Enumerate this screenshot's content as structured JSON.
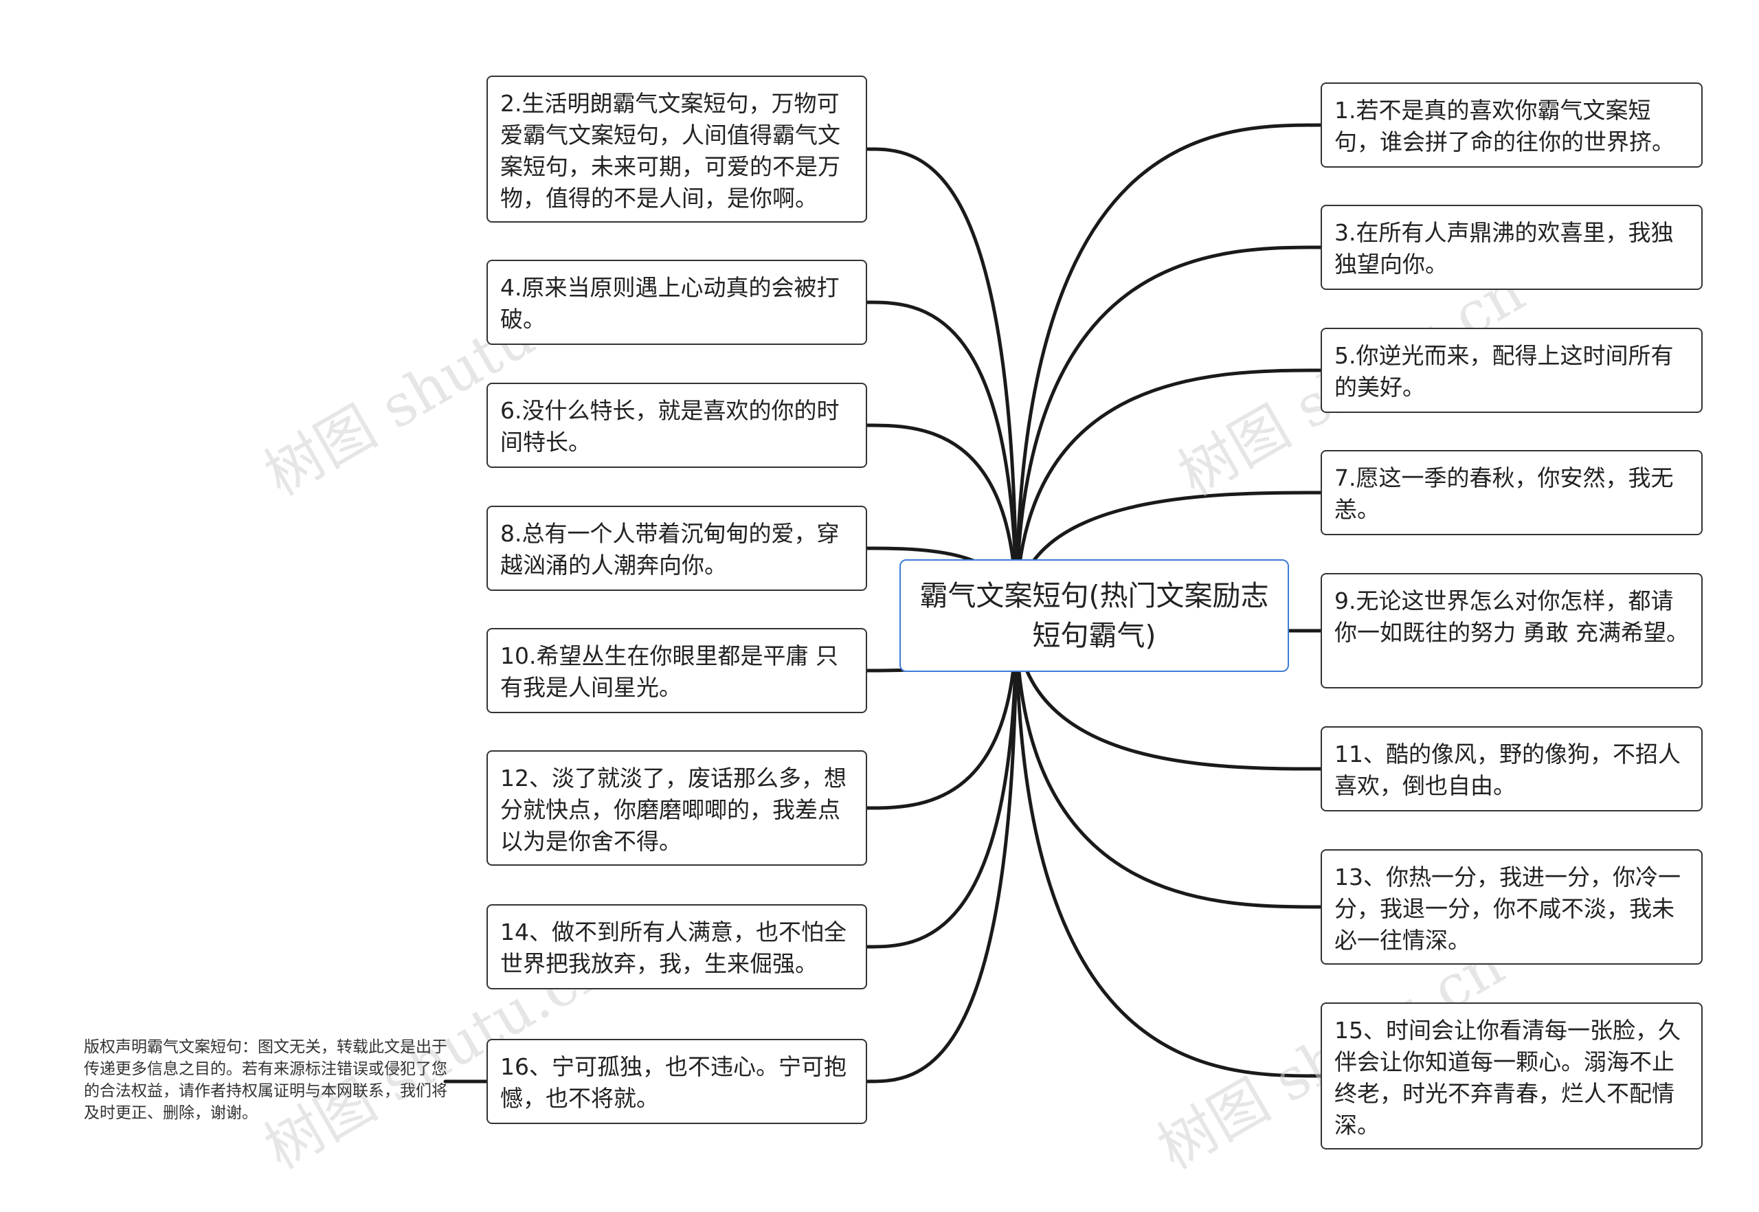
{
  "central": {
    "text": "霸气文案短句(热门文案励志短句霸气)"
  },
  "colors": {
    "line": "#1a1a1a",
    "center_border": "#3d7bd6",
    "box_border": "#333333",
    "watermark": "#d2d2d2"
  },
  "left_nodes": [
    {
      "text": "2.生活明朗霸气文案短句，万物可爱霸气文案短句，人间值得霸气文案短句，未来可期，可爱的不是万物，值得的不是人间，是你啊。"
    },
    {
      "text": "4.原来当原则遇上心动真的会被打破。"
    },
    {
      "text": "6.没什么特长，就是喜欢的你的时间特长。"
    },
    {
      "text": "8.总有一个人带着沉甸甸的爱，穿越汹涌的人潮奔向你。"
    },
    {
      "text": "10.希望丛生在你眼里都是平庸 只有我是人间星光。"
    },
    {
      "text": "12、淡了就淡了，废话那么多，想分就快点，你磨磨唧唧的，我差点以为是你舍不得。"
    },
    {
      "text": "14、做不到所有人满意，也不怕全世界把我放弃，我，生来倔强。"
    },
    {
      "text": "16、宁可孤独，也不违心。宁可抱憾，也不将就。"
    }
  ],
  "right_nodes": [
    {
      "text": "1.若不是真的喜欢你霸气文案短句，谁会拼了命的往你的世界挤。"
    },
    {
      "text": "3.在所有人声鼎沸的欢喜里，我独独望向你。"
    },
    {
      "text": "5.你逆光而来，配得上这时间所有的美好。"
    },
    {
      "text": "7.愿这一季的春秋，你安然，我无恙。"
    },
    {
      "text": "9.无论这世界怎么对你怎样，都请你一如既往的努力 勇敢 充满希望。"
    },
    {
      "text": "11、酷的像风，野的像狗，不招人喜欢，倒也自由。"
    },
    {
      "text": "13、你热一分，我进一分，你冷一分，我退一分，你不咸不淡，我未必一往情深。"
    },
    {
      "text": "15、时间会让你看清每一张脸，久伴会让你知道每一颗心。溺海不止终老，时光不弃青春，烂人不配情深。"
    }
  ],
  "copyright_note": {
    "text": "版权声明霸气文案短句：图文无关，转载此文是出于传递更多信息之目的。若有来源标注错误或侵犯了您的合法权益，请作者持权属证明与本网联系，我们将及时更正、删除，谢谢。"
  },
  "watermark": {
    "text": "树图 shutu.cn"
  }
}
